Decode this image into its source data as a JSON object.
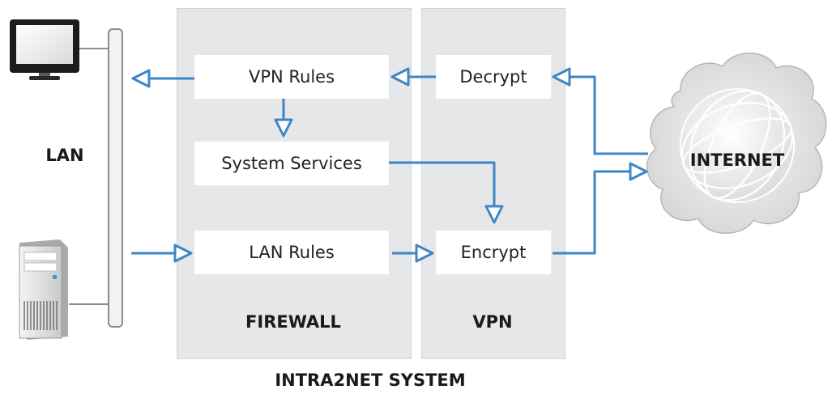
{
  "diagram": {
    "system_label": "INTRA2NET SYSTEM",
    "lan_label": "LAN",
    "internet_label": "INTERNET",
    "firewall": {
      "label": "FIREWALL",
      "vpn_rules": "VPN Rules",
      "system_services": "System Services",
      "lan_rules": "LAN Rules"
    },
    "vpn": {
      "label": "VPN",
      "decrypt": "Decrypt",
      "encrypt": "Encrypt"
    }
  },
  "colors": {
    "arrow": "#3f86c7",
    "panel": "#e6e7e8",
    "box": "#ffffff",
    "text": "#1a1a1a"
  },
  "icons": [
    "monitor-icon",
    "server-tower-icon",
    "cloud-globe-icon"
  ]
}
